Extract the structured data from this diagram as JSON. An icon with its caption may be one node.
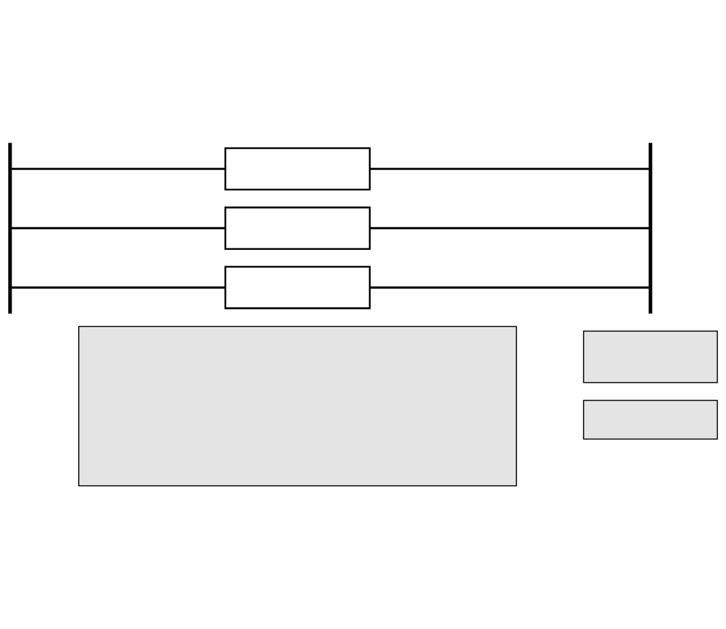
{
  "diagram": {
    "nodes": [
      {
        "text": [],
        "shape": "bar"
      },
      {
        "text": [],
        "shape": "box"
      },
      {
        "text": [],
        "shape": "box"
      },
      {
        "text": [],
        "shape": "box"
      },
      {
        "text": [],
        "shape": "bar"
      },
      {
        "text": [],
        "shape": "box"
      },
      {
        "text": [],
        "shape": "box"
      },
      {
        "text": [],
        "shape": "box"
      }
    ],
    "edges": [
      {
        "from": 0,
        "to": 1,
        "arrow": "none"
      },
      {
        "from": 0,
        "to": 2,
        "arrow": "none"
      },
      {
        "from": 0,
        "to": 3,
        "arrow": "none"
      },
      {
        "from": 1,
        "to": 4,
        "arrow": "none"
      },
      {
        "from": 2,
        "to": 4,
        "arrow": "none"
      },
      {
        "from": 3,
        "to": 4,
        "arrow": "none"
      }
    ]
  }
}
